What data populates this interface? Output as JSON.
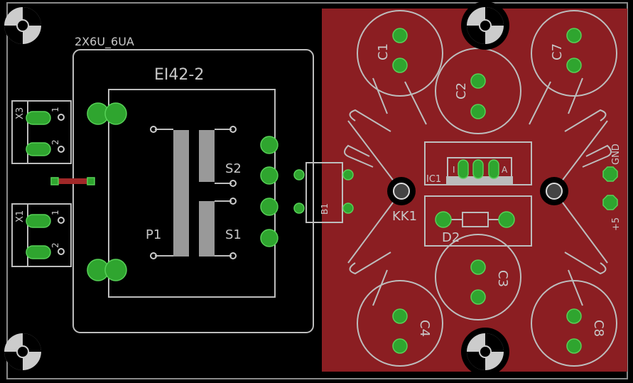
{
  "colors": {
    "background": "#000000",
    "copper": "#8b1e22",
    "pad": "#2fa52f",
    "silk": "#bdbdbd"
  },
  "labels": {
    "transformer_value": "2X6U_6UA",
    "transformer_name": "EI42-2",
    "s2": "S2",
    "s1": "S1",
    "p1": "P1",
    "x3": "X3",
    "x1": "X1",
    "b1": "B1",
    "ic1": "IC1",
    "kk1": "KK1",
    "d2": "D2",
    "c1": "C1",
    "c2": "C2",
    "c3": "C3",
    "c4": "C4",
    "c7": "C7",
    "c8": "C8",
    "gnd": "GND",
    "plus5": "+5",
    "pin1": "1",
    "pin2": "2",
    "ic_in": "I",
    "ic_out": "A"
  }
}
